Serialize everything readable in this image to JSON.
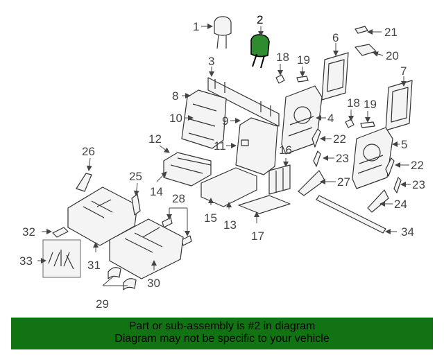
{
  "diagram": {
    "highlighted_part": "2",
    "highlight_color": "#2e8b2e",
    "callouts": [
      "1",
      "2",
      "3",
      "4",
      "5",
      "6",
      "7",
      "8",
      "9",
      "10",
      "11",
      "12",
      "13",
      "14",
      "15",
      "16",
      "17",
      "18",
      "18",
      "19",
      "19",
      "20",
      "21",
      "22",
      "22",
      "23",
      "23",
      "24",
      "25",
      "26",
      "27",
      "28",
      "29",
      "30",
      "31",
      "32",
      "33",
      "34"
    ]
  },
  "banner": {
    "line1": "Part or sub-assembly is #2 in diagram",
    "line2": "Diagram may not be specific to your vehicle",
    "background": "#127312"
  }
}
